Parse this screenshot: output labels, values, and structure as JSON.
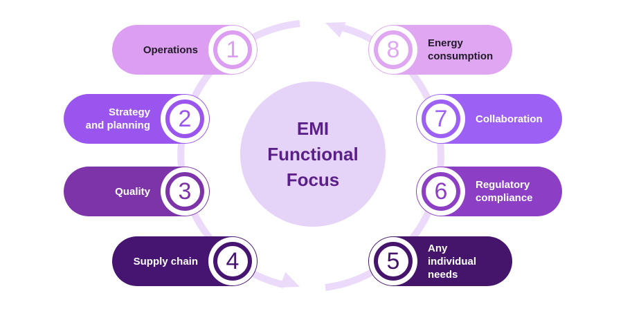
{
  "diagram": {
    "center": {
      "title": "EMI\nFunctional\nFocus",
      "bg_color": "#e5d3f8",
      "text_color": "#5b2088"
    },
    "ring": {
      "color": "#ebdafa"
    },
    "items": [
      {
        "number": "1",
        "label": "Operations",
        "color": "#dc9ef1",
        "text_color": "#211a28"
      },
      {
        "number": "2",
        "label": "Strategy\nand planning",
        "color": "#9955ee",
        "text_color": "#ffffff"
      },
      {
        "number": "3",
        "label": "Quality",
        "color": "#7c34a8",
        "text_color": "#ffffff"
      },
      {
        "number": "4",
        "label": "Supply chain",
        "color": "#461471",
        "text_color": "#ffffff"
      },
      {
        "number": "5",
        "label": "Any individual\nneeds",
        "color": "#44156b",
        "text_color": "#ffffff"
      },
      {
        "number": "6",
        "label": "Regulatory\ncompliance",
        "color": "#8c3ec4",
        "text_color": "#ffffff"
      },
      {
        "number": "7",
        "label": "Collaboration",
        "color": "#9c60f4",
        "text_color": "#ffffff"
      },
      {
        "number": "8",
        "label": "Energy\nconsumption",
        "color": "#dfa6f2",
        "text_color": "#211a28"
      }
    ]
  }
}
